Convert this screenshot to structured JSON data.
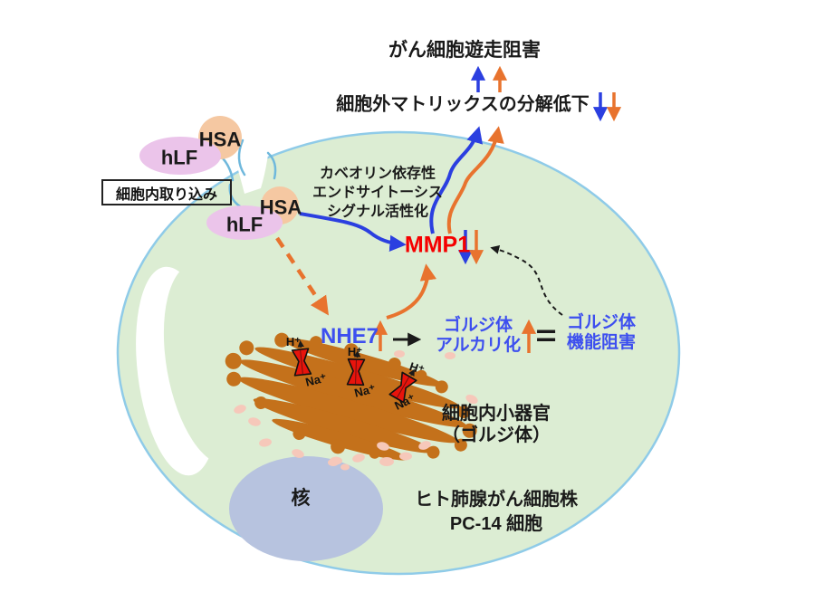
{
  "colors": {
    "cell_fill": "#DCEDD3",
    "membrane": "#8FCBE8",
    "nucleus_fill": "#B7C3DF",
    "golgi_orange": "#C4711B",
    "hlf_pink": "#EBC4EA",
    "hsa_peach": "#F5C8A2",
    "vesicle_pink": "#F6C8BA",
    "arrow_blue": "#2B3FE0",
    "arrow_orange": "#E8732E",
    "mmp1_red": "#F50000",
    "label_blue": "#3D4FEF",
    "transporter_red": "#E8140C",
    "black": "#1a1a1a"
  },
  "titles": {
    "migration": "がん細胞遊走阻害",
    "ecm": "細胞外マトリックスの分解低下"
  },
  "uptake": {
    "box_label": "細胞内取り込み",
    "outer": {
      "hlf": "hLF",
      "hsa": "HSA"
    },
    "inner": {
      "hlf": "hLF",
      "hsa": "HSA"
    }
  },
  "signaling": {
    "caveolin_lines": [
      "カベオリン依存性",
      "エンドサイトーシス",
      "シグナル活性化"
    ],
    "mmp1": "MMP1",
    "nhe7": "NHE7",
    "golgi_alkalinization": [
      "ゴルジ体",
      "アルカリ化"
    ],
    "equals": "=",
    "golgi_dysfunction": [
      "ゴルジ体",
      "機能阻害"
    ]
  },
  "organelle": {
    "label_lines": [
      "細胞内小器官",
      "（ゴルジ体）"
    ],
    "h_ion": "H⁺",
    "na_ion": "Na⁺"
  },
  "nucleus": {
    "label": "核"
  },
  "cell_line": {
    "lines": [
      "ヒト肺腺がん細胞株",
      "PC-14 細胞"
    ]
  }
}
